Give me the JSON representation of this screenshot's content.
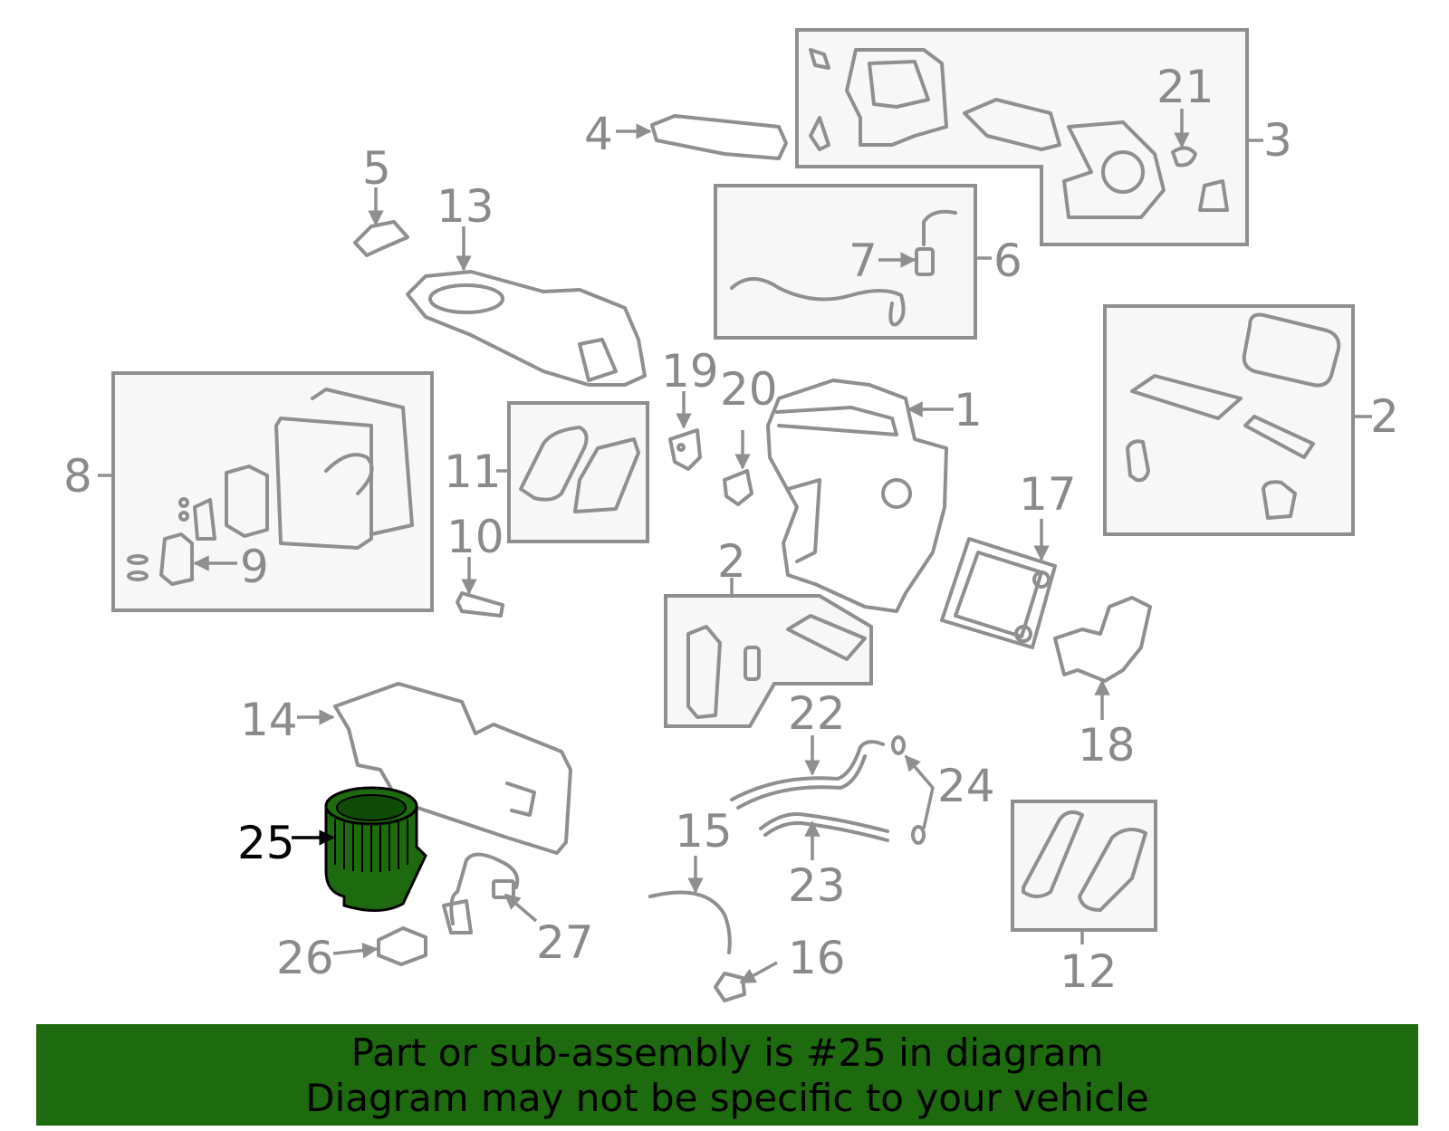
{
  "callouts": {
    "c1": "1",
    "c2a": "2",
    "c2b": "2",
    "c3": "3",
    "c4": "4",
    "c5": "5",
    "c6": "6",
    "c7": "7",
    "c8": "8",
    "c9": "9",
    "c10": "10",
    "c11": "11",
    "c12": "12",
    "c13": "13",
    "c14": "14",
    "c15": "15",
    "c16": "16",
    "c17": "17",
    "c18": "18",
    "c19": "19",
    "c20": "20",
    "c21": "21",
    "c22": "22",
    "c23": "23",
    "c24": "24",
    "c25": "25",
    "c26": "26",
    "c27": "27"
  },
  "highlight": {
    "part_number": "25",
    "color": "#1d6b0e"
  },
  "banner": {
    "line1": "Part or sub-assembly is #25 in diagram",
    "line2": "Diagram may not be specific to your vehicle",
    "background": "#1d6b0e"
  }
}
